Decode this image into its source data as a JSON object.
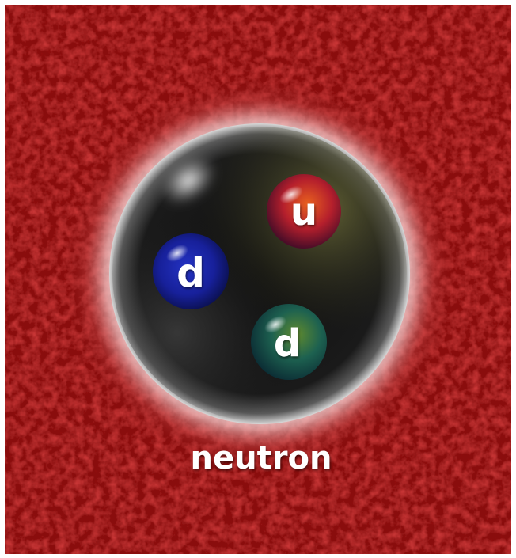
{
  "diagram": {
    "label": "neutron",
    "quarks": [
      {
        "symbol": "u",
        "color": "#c8262a"
      },
      {
        "symbol": "d",
        "color": "#1d2aa8"
      },
      {
        "symbol": "d",
        "color": "#1f6a52"
      }
    ]
  },
  "colors": {
    "background": "#6e0707",
    "glow": "#ffffff",
    "particle": "#0c0c0c",
    "text": "#ffffff"
  }
}
